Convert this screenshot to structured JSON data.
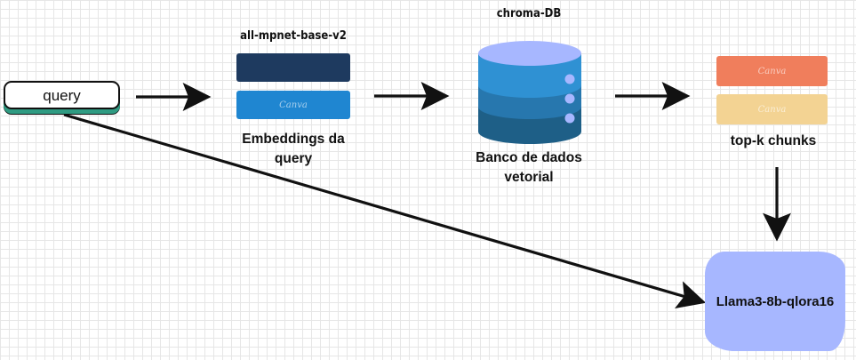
{
  "query": {
    "label": "query"
  },
  "embedding": {
    "model_label": "all-mpnet-base-v2",
    "caption": [
      "Embeddings da",
      "query"
    ],
    "bars": [
      {
        "color": "#1e3a5f",
        "watermark": ""
      },
      {
        "color": "#1f86d1",
        "watermark": "Canva"
      }
    ]
  },
  "database": {
    "name_label": "chroma-DB",
    "caption": [
      "Banco de dados",
      "vetorial"
    ]
  },
  "chunks": {
    "caption": "top-k chunks",
    "bars": [
      {
        "color": "#f07e5c",
        "watermark": "Canva"
      },
      {
        "color": "#f3d393",
        "watermark": "Canva"
      }
    ]
  },
  "llm": {
    "label": "Llama3-8b-qlora16",
    "color": "#a7b7ff"
  }
}
